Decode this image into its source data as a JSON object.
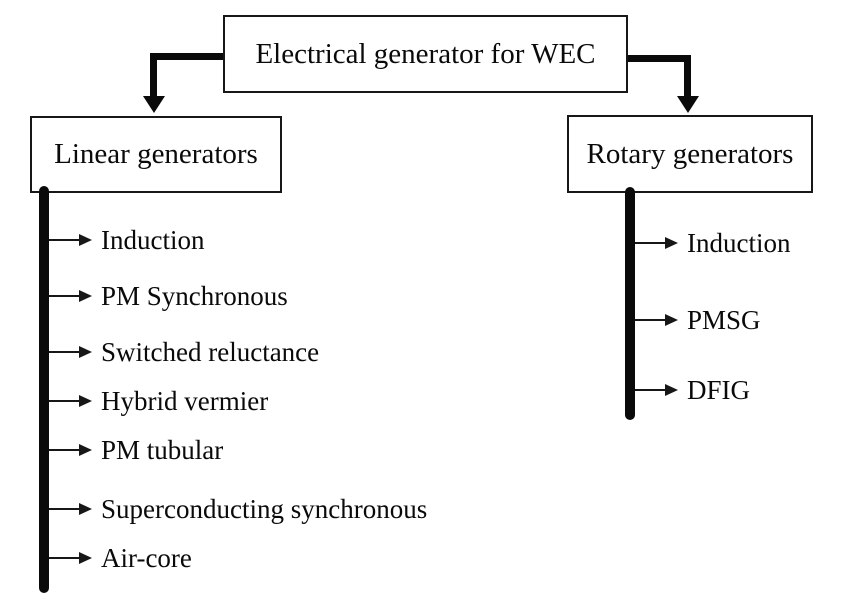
{
  "root": {
    "label": "Electrical generator for WEC"
  },
  "left": {
    "title": "Linear generators",
    "items": [
      "Induction",
      "PM Synchronous",
      "Switched reluctance",
      "Hybrid vermier",
      "PM tubular",
      "Superconducting synchronous",
      "Air-core"
    ]
  },
  "right": {
    "title": "Rotary generators",
    "items": [
      "Induction",
      "PMSG",
      "DFIG"
    ]
  },
  "colors": {
    "line": "#0a0a0a",
    "text": "#0a0a0a",
    "background": "#ffffff"
  }
}
